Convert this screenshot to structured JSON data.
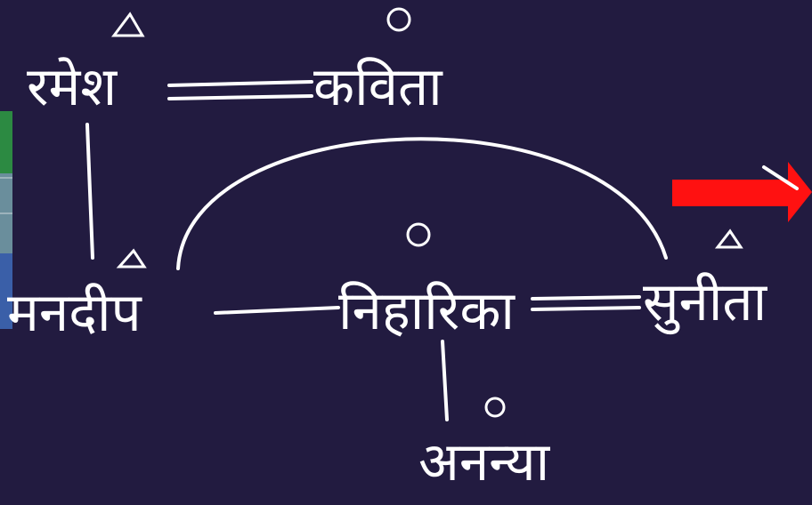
{
  "nodes": {
    "ramesh": {
      "name": "रमेश",
      "gender": "male"
    },
    "kavita": {
      "name": "कविता",
      "gender": "female"
    },
    "mandeep": {
      "name": "मनदीप",
      "gender": "male"
    },
    "niharika": {
      "name": "निहारिका",
      "gender": "female"
    },
    "sunita": {
      "name": "सुनीता",
      "gender": "male"
    },
    "ananya": {
      "name": "अनन्या",
      "gender": "female"
    }
  },
  "colors": {
    "background": "#221b40",
    "ink": "#ffffff",
    "arrow": "#ff1111"
  },
  "icons": {
    "male": "triangle-icon",
    "female": "circle-icon",
    "pointer": "red-arrow-icon"
  }
}
